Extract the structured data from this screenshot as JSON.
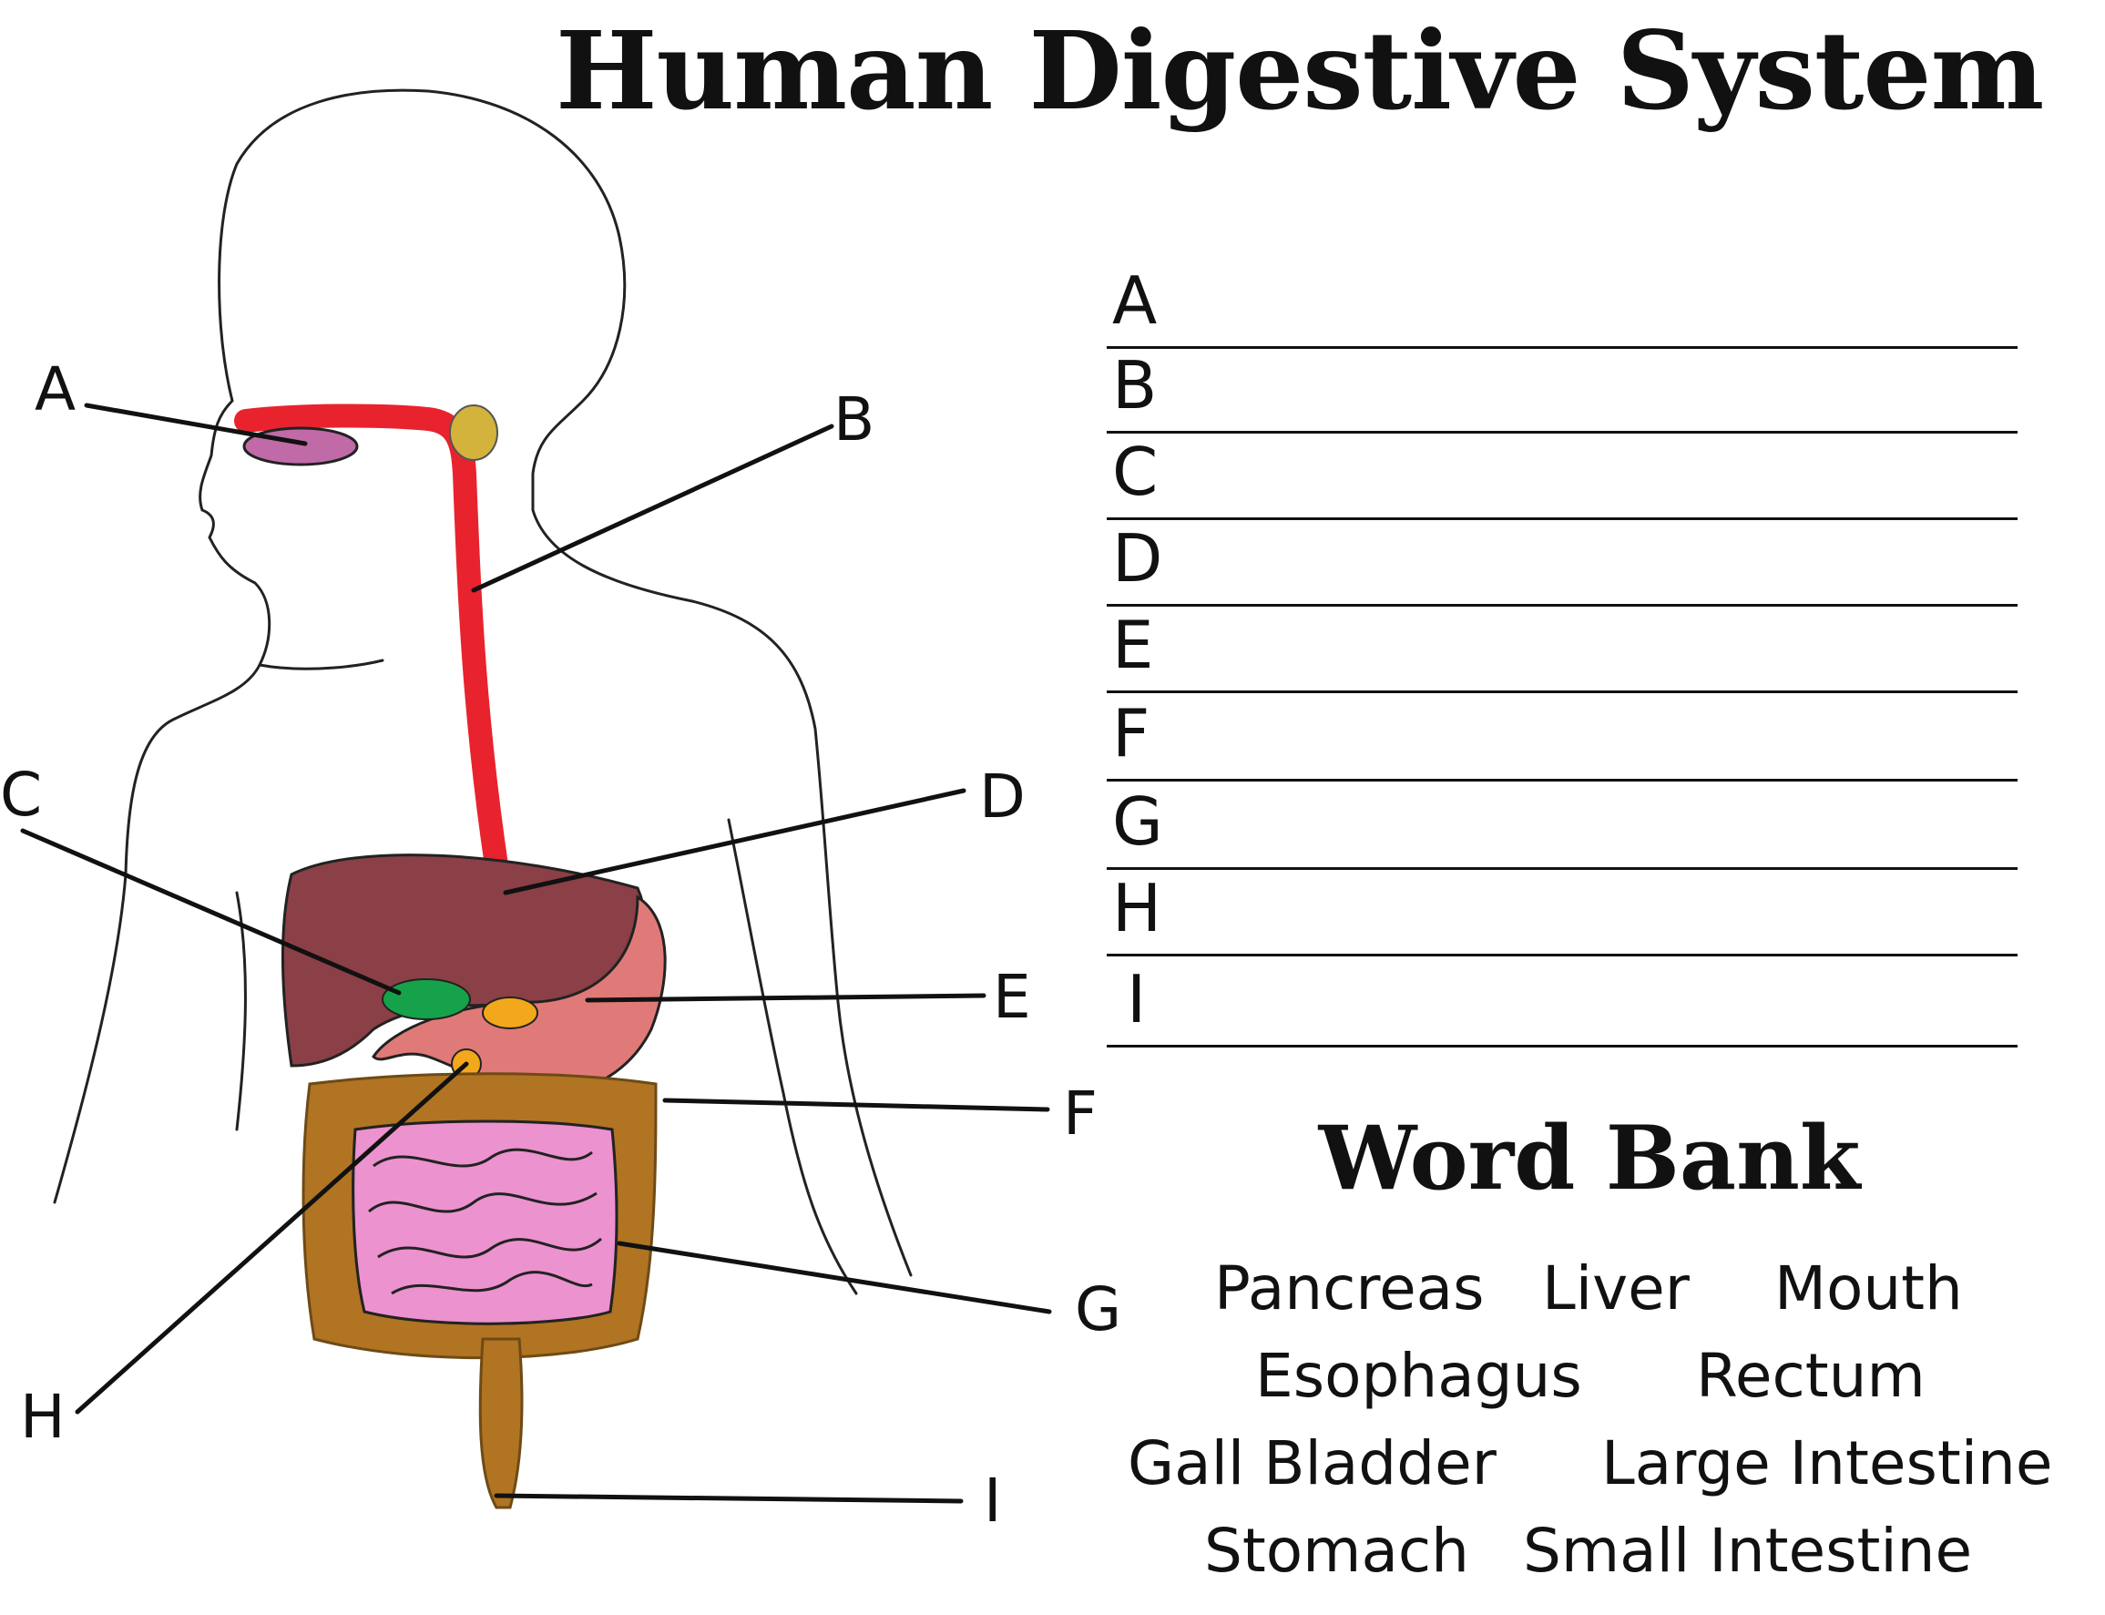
{
  "title": "Human Digestive System",
  "diagram_labels": [
    "A",
    "B",
    "C",
    "D",
    "E",
    "F",
    "G",
    "H",
    "I"
  ],
  "answer_letters": [
    "A",
    "B",
    "C",
    "D",
    "E",
    "F",
    "G",
    "H",
    "I"
  ],
  "word_bank": {
    "title": "Word Bank",
    "words": [
      "Pancreas",
      "Liver",
      "Mouth",
      "Esophagus",
      "Rectum",
      "Gall Bladder",
      "Large Intestine",
      "Stomach",
      "Small Intestine"
    ]
  },
  "colors": {
    "mouth": "#c06aa8",
    "esophagus": "#e8232e",
    "liver": "#8a4046",
    "stomach": "#e07a78",
    "gall_bladder": "#16a24a",
    "pancreas": "#f2a81a",
    "large_intestine": "#b07422",
    "small_intestine": "#ec92cf",
    "thyroid": "#d4b33c"
  }
}
